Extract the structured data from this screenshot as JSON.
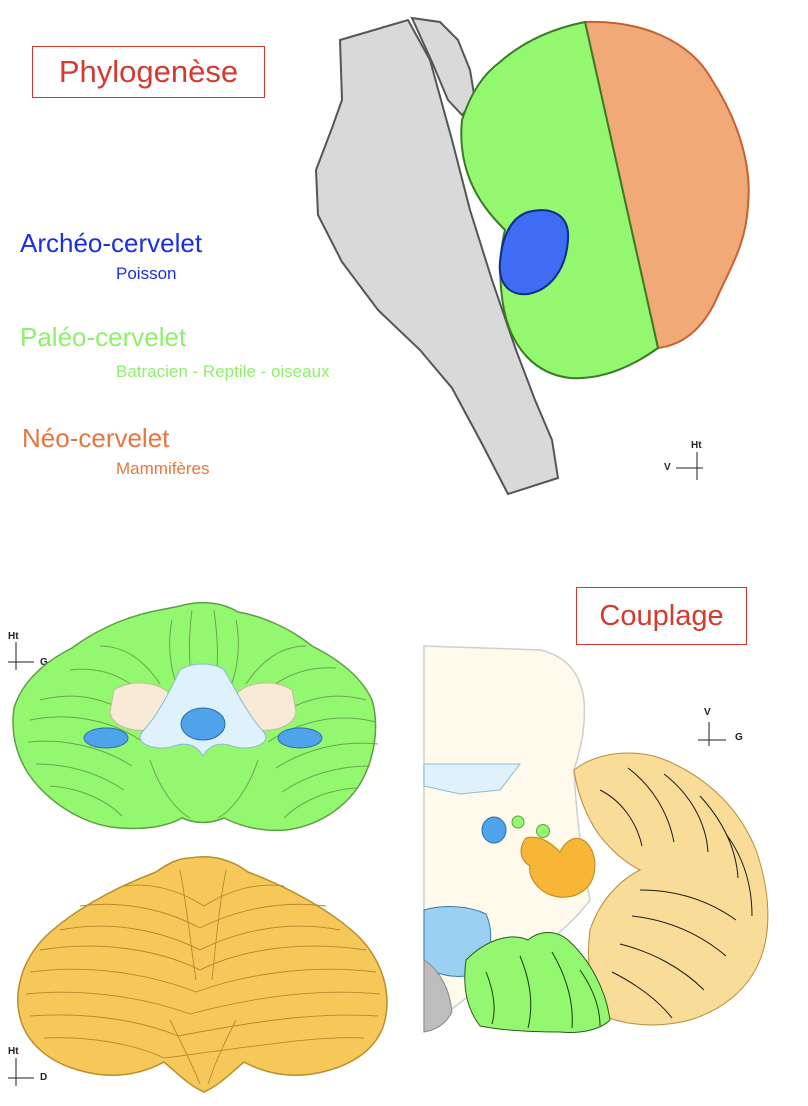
{
  "phylogenese": {
    "title": "Phylogenèse",
    "archeo": {
      "label": "Archéo-cervelet",
      "sub": "Poisson",
      "color": "#1b2fe0"
    },
    "paleo": {
      "label": "Paléo-cervelet",
      "sub": "Batracien - Reptile - oiseaux",
      "color": "#8ef06a"
    },
    "neo": {
      "label": "Néo-cervelet",
      "sub": "Mammifères",
      "color": "#e7753f"
    },
    "orientation": {
      "up": "Ht",
      "side": "V"
    }
  },
  "couplage": {
    "title": "Couplage",
    "orientation": {
      "up": "V",
      "side": "G"
    }
  },
  "views": {
    "posterior": {
      "orientation": {
        "up": "Ht",
        "side": "G"
      }
    },
    "superior": {
      "orientation": {
        "up": "Ht",
        "side": "D"
      }
    }
  },
  "colors": {
    "title_red": "#d43a2f",
    "brainstem_gray": "#d9d9d9",
    "archeo_fill": "#3f6cf5",
    "paleo_fill": "#94f770",
    "neo_fill": "#f2a978",
    "cortex_yellow": "#f6c859",
    "light_yellow": "#f9dc98",
    "light_blue": "#9bd0f3"
  }
}
